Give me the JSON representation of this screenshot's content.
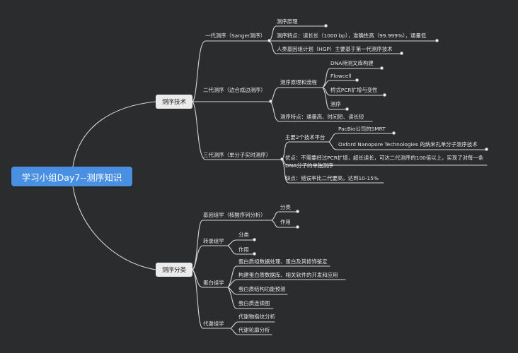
{
  "root": "学习小组Day7--测序知识",
  "branch_a": {
    "title": "测序技术",
    "gen1": {
      "title": "一代测序（Sanger测序）",
      "items": [
        "测序原理",
        "测序特点：读长长（1000 bp），准确性高（99.999%），通量低",
        "人类基因组计划（HGP）主要基于第一代测序技术"
      ]
    },
    "gen2": {
      "title": "二代测序（边合成边测序）",
      "flow": {
        "title": "测序原理和流程",
        "items": [
          "DNA待测文库构建",
          "Flowcell",
          "桥式PCR扩增与变性",
          "测序"
        ]
      },
      "feature": "测序特点：通量高、时间短、读长短"
    },
    "gen3": {
      "title": "三代测序（单分子实时测序）",
      "platforms": {
        "title": "主要2个技术平台",
        "items": [
          "PacBio公司的SMRT",
          "Oxford Nanopore Technologies 的纳米孔单分子测序技术"
        ]
      },
      "pros": "优点：不需要经过PCR扩增，超长读长，可达二代测序的100倍以上，实现了对每一条DNA分子的单独测序",
      "cons": "缺点：错误率比二代要高，达到10-15%"
    }
  },
  "branch_b": {
    "title": "测序分类",
    "genomics": {
      "title": "基因组学（核酸序列分析）",
      "items": [
        "分类",
        "作用"
      ]
    },
    "transcriptomics": {
      "title": "转录组学",
      "items": [
        "分类",
        "作用"
      ]
    },
    "proteomics": {
      "title": "蛋白组学",
      "items": [
        "蛋白质组数据处理、蛋白及其修饰鉴定",
        "构建蛋白质数据库、相关软件的开发和应用",
        "蛋白质结构功能预测",
        "蛋白质连锁图"
      ]
    },
    "metabolomics": {
      "title": "代谢组学",
      "items": [
        "代谢物指纹分析",
        "代谢轮廓分析"
      ]
    }
  },
  "colors": {
    "background": "#2b2c2e",
    "root": "#4a90e2",
    "line": "#d8d8d8",
    "box": "#ebebeb"
  }
}
